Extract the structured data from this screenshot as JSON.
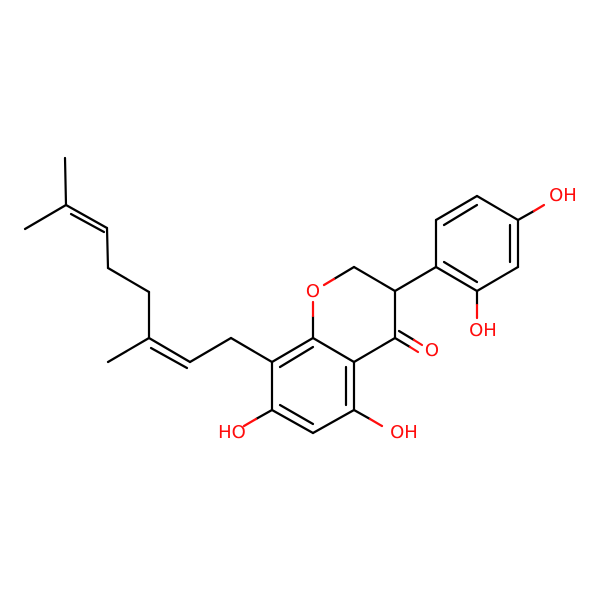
{
  "molecule": {
    "atoms": {
      "ring_o": "O",
      "ketone_o": "O",
      "oh_c5": "OH",
      "oh_c7": "HO",
      "oh_c2p": "OH",
      "oh_c4p": "OH"
    },
    "colors": {
      "bond": "#000000",
      "heteroatom": "#ff0d0d",
      "background": "#ffffff"
    }
  }
}
